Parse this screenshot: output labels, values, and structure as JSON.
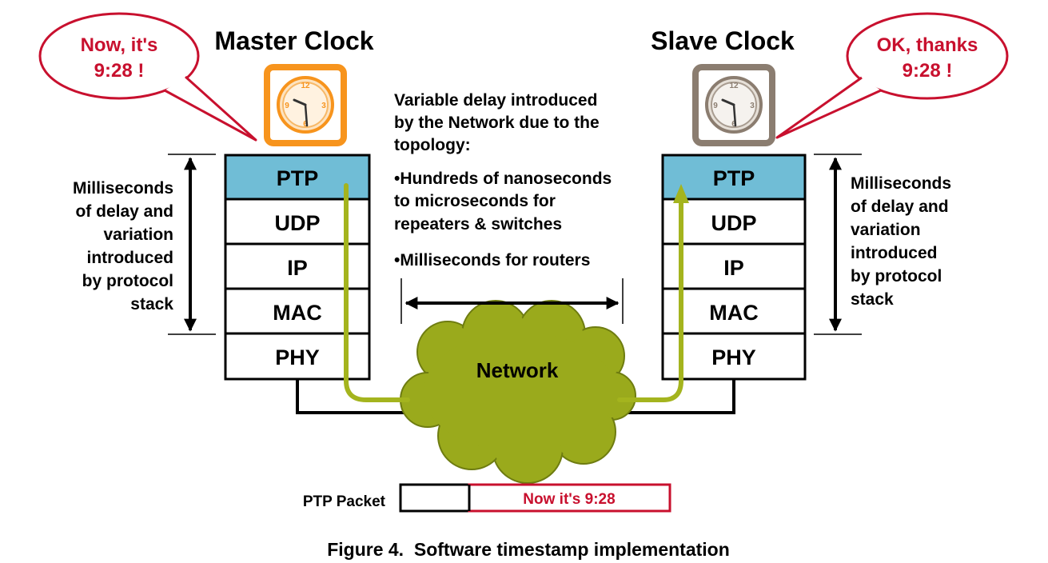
{
  "master": {
    "title": "Master Clock",
    "speech": [
      "Now, it's",
      "9:28 !"
    ],
    "stack": [
      "PTP",
      "UDP",
      "IP",
      "MAC",
      "PHY"
    ],
    "delay_note": [
      "Milliseconds",
      "of delay and",
      "variation",
      "introduced",
      "by protocol",
      "stack"
    ]
  },
  "slave": {
    "title": "Slave Clock",
    "speech": [
      "OK, thanks",
      "9:28 !"
    ],
    "stack": [
      "PTP",
      "UDP",
      "IP",
      "MAC",
      "PHY"
    ],
    "delay_note": [
      "Milliseconds",
      "of delay and",
      "variation",
      "introduced",
      "by protocol",
      "stack"
    ]
  },
  "network": {
    "label": "Network",
    "intro": [
      "Variable delay introduced",
      "by the Network due to the",
      "topology:"
    ],
    "bullet1": [
      "•Hundreds of nanoseconds",
      "to microseconds for",
      "repeaters & switches"
    ],
    "bullet2": [
      "•Milliseconds for routers"
    ]
  },
  "packet": {
    "label": "PTP Packet",
    "content": "Now it's 9:28"
  },
  "caption": "Figure 4.  Software timestamp implementation",
  "colors": {
    "speech": "#c8102e",
    "master_clock": "#f7941d",
    "slave_clock": "#8b7d70",
    "ptp_fill": "#70bdd6",
    "path": "#a4b41e",
    "cloud": "#8c9a1a",
    "packet_border": "#c8102e"
  },
  "icons": [
    "clock-icon",
    "clock-icon"
  ]
}
